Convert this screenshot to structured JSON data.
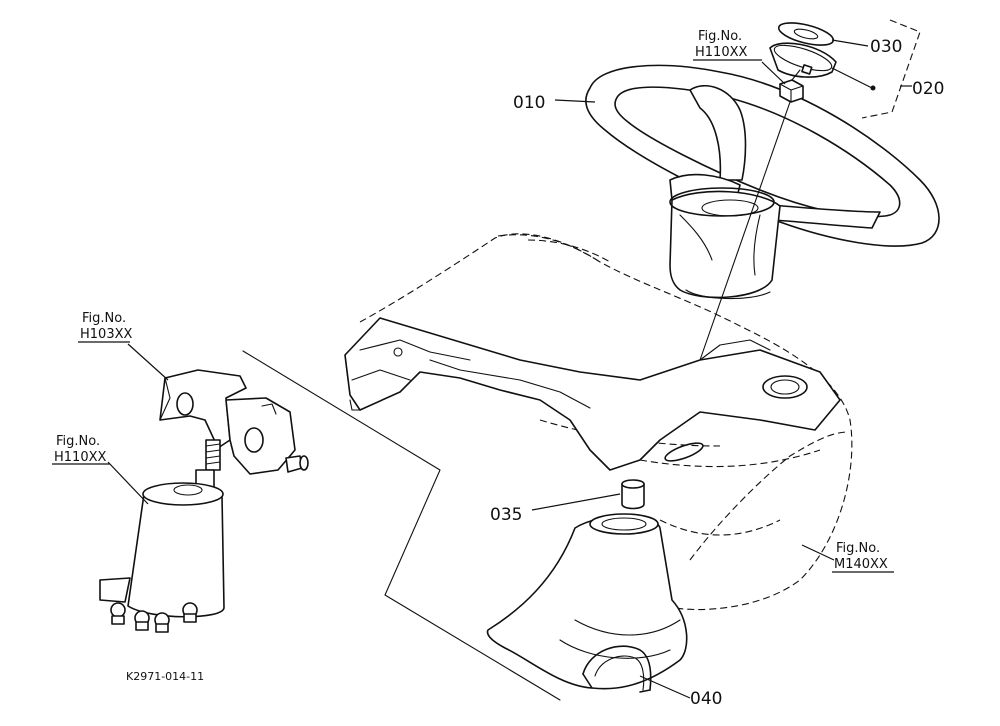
{
  "callouts": {
    "c010": "010",
    "c020": "020",
    "c030": "030",
    "c035": "035",
    "c040": "040"
  },
  "figrefs": {
    "top": {
      "line1": "Fig.No.",
      "line2": "H110XX"
    },
    "h103": {
      "line1": "Fig.No.",
      "line2": "H103XX"
    },
    "h110b": {
      "line1": "Fig.No.",
      "line2": "H110XX"
    },
    "m140": {
      "line1": "Fig.No.",
      "line2": "M140XX"
    }
  },
  "drawing_code": "K2971-014-11"
}
